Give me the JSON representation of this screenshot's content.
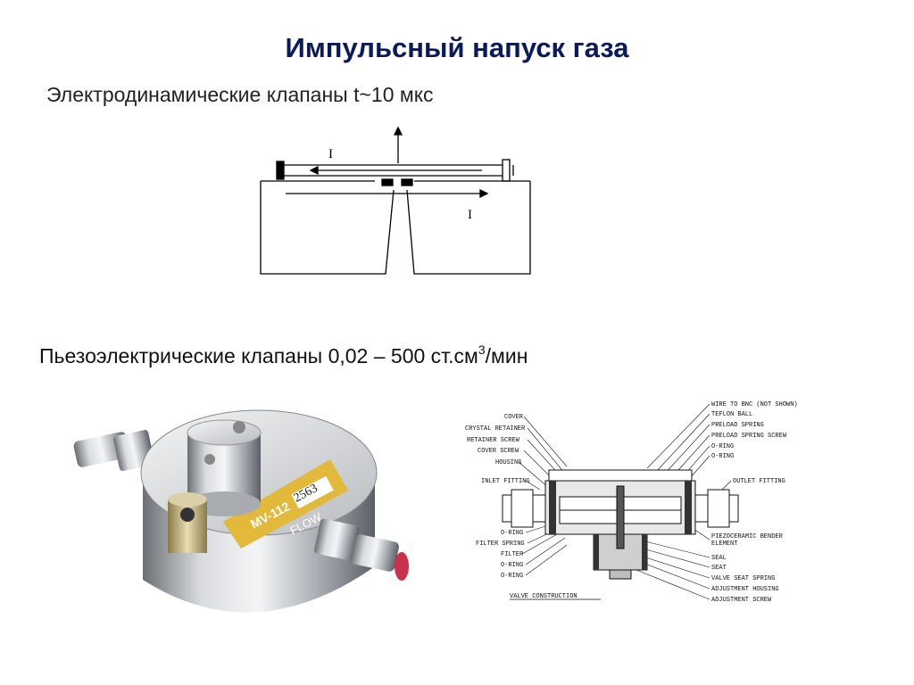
{
  "slide": {
    "title": "Импульсный напуск газа",
    "electro": {
      "text": "Электродинамические клапаны t~10 мкс",
      "current_label_top": "I",
      "current_label_bottom": "I"
    },
    "piezo": {
      "text_main": "Пьезоэлектрические клапаны 0,02 – 500 ст.см",
      "text_sup": "3",
      "text_tail": "/мин"
    },
    "photo": {
      "label_model": "MV-112",
      "label_serial": "2563",
      "label_flow": "FLOW"
    },
    "diagram": {
      "caption": "VALVE CONSTRUCTION",
      "left_labels": [
        "COVER",
        "CRYSTAL RETAINER",
        "RETAINER SCREW",
        "COVER SCREW",
        "HOUSING",
        "INLET FITTING",
        "O-RING",
        "FILTER SPRING",
        "FILTER",
        "O-RING",
        "O-RING"
      ],
      "right_labels": [
        "WIRE TO BNC (NOT SHOWN)",
        "TEFLON BALL",
        "PRELOAD SPRING",
        "PRELOAD SPRING SCREW",
        "O-RING",
        "O-RING",
        "OUTLET FITTING",
        "PIEZOCERAMIC BENDER",
        "ELEMENT",
        "SEAL",
        "SEAT",
        "VALVE SEAT SPRING",
        "ADJUSTMENT HOUSING",
        "ADJUSTMENT SCREW"
      ]
    }
  }
}
